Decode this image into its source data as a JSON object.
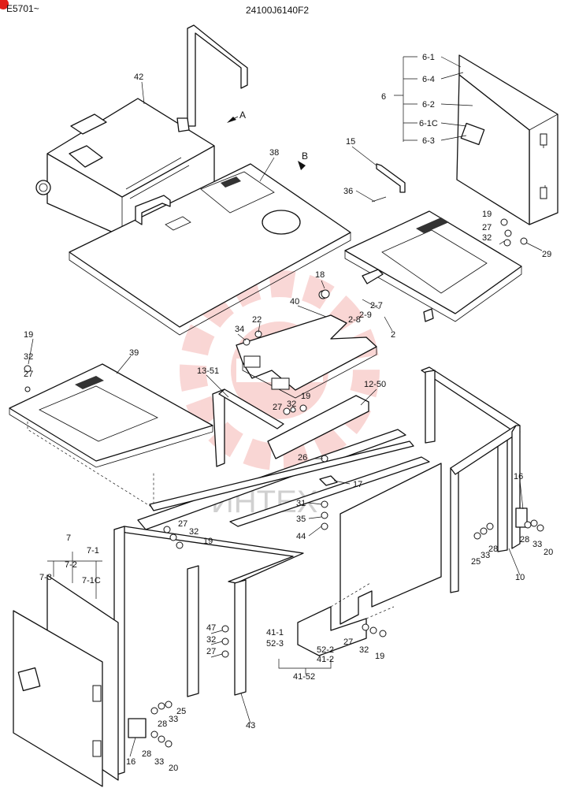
{
  "header": {
    "serial_range": "E5701~",
    "drawing_number": "24100J6140F2"
  },
  "view_arrows": [
    "A",
    "B"
  ],
  "watermark_text": "ИНТЕХ",
  "parts": {
    "p2": "2",
    "p2_7": "2-7",
    "p2_8": "2-8",
    "p2_9": "2-9",
    "p6": "6",
    "p6_1": "6-1",
    "p6_4": "6-4",
    "p6_2": "6-2",
    "p6_1c": "6-1C",
    "p6_3": "6-3",
    "p7": "7",
    "p7_1": "7-1",
    "p7_2": "7-2",
    "p7_3": "7-3",
    "p7_1c": "7-1C",
    "p10": "10",
    "p12_50": "12-50",
    "p13_51": "13-51",
    "p15": "15",
    "p16a": "16",
    "p16b": "16",
    "p17": "17",
    "p18": "18",
    "p19a": "19",
    "p19b": "19",
    "p19c": "19",
    "p19d": "19",
    "p19e": "19",
    "p20a": "20",
    "p20b": "20",
    "p22": "22",
    "p25a": "25",
    "p25b": "25",
    "p26": "26",
    "p27a": "27",
    "p27b": "27",
    "p27c": "27",
    "p27d": "27",
    "p27e": "27",
    "p27f": "27",
    "p28a": "28",
    "p28b": "28",
    "p28c": "28",
    "p29": "29",
    "p31": "31",
    "p32a": "32",
    "p32b": "32",
    "p32c": "32",
    "p32d": "32",
    "p32e": "32",
    "p32f": "32",
    "p33a": "33",
    "p33b": "33",
    "p33c": "33",
    "p34": "34",
    "p35": "35",
    "p36": "36",
    "p38": "38",
    "p39": "39",
    "p40": "40",
    "p41_1": "41-1",
    "p41_2": "41-2",
    "p41_52": "41-52",
    "p42": "42",
    "p43": "43",
    "p44": "44",
    "p47": "47",
    "p52_2": "52-2",
    "p52_3": "52-3"
  }
}
